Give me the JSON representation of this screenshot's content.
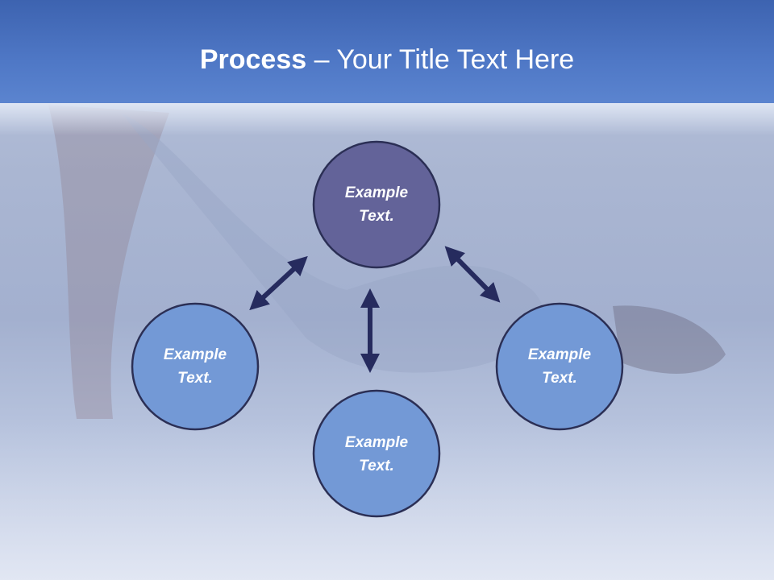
{
  "title": {
    "bold": "Process",
    "rest": " – Your Title Text Here"
  },
  "nodes": [
    {
      "line1": "Example",
      "line2": "Text.",
      "fill": "#636399"
    },
    {
      "line1": "Example",
      "line2": "Text.",
      "fill": "#7399d6"
    },
    {
      "line1": "Example",
      "line2": "Text.",
      "fill": "#7399d6"
    },
    {
      "line1": "Example",
      "line2": "Text.",
      "fill": "#7399d6"
    }
  ],
  "colors": {
    "title_bar": "#4a70c0",
    "circle_stroke": "#2b2f55",
    "arrow": "#262b5e"
  }
}
